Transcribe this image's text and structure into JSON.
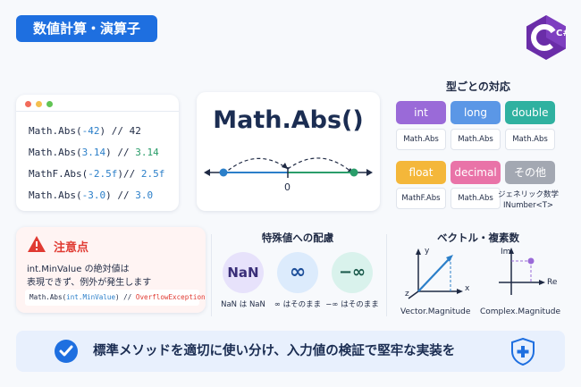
{
  "title": "数値計算・演算子",
  "logo_text": "C#",
  "code": {
    "window_dots": [
      "#f26b5b",
      "#f4bf4f",
      "#61c454"
    ],
    "lines": [
      {
        "fn": "Math.Abs(",
        "arg": "-42",
        "close": ")",
        "comment": "   // ",
        "result": "42"
      },
      {
        "fn": "Math.Abs(",
        "arg": "3.14",
        "close": ")",
        "comment": " // ",
        "result": "3.14"
      },
      {
        "fn": "MathF.Abs(",
        "arg": "-2.5f",
        "close": ")",
        "comment": "// ",
        "result": "2.5f"
      },
      {
        "fn": "Math.Abs(",
        "arg": "-3.0",
        "close": ")",
        "comment": "  // ",
        "result": "3.0"
      }
    ]
  },
  "math_card": {
    "title": "Math.Abs()",
    "zero_label": "0"
  },
  "types": {
    "heading": "型ごとの対応",
    "items": [
      {
        "name": "int",
        "method": "Math.Abs",
        "color": "#9a6ad8"
      },
      {
        "name": "long",
        "method": "Math.Abs",
        "color": "#5b97e6"
      },
      {
        "name": "double",
        "method": "Math.Abs",
        "color": "#2fb1a0"
      },
      {
        "name": "float",
        "method": "MathF.Abs",
        "color": "#f4b73a"
      },
      {
        "name": "decimal",
        "method": "Math.Abs",
        "color": "#e973a8"
      },
      {
        "name": "その他",
        "method": "ジェネリック数学",
        "method2": "INumber<T>",
        "color": "#a3a8b2"
      }
    ]
  },
  "warning": {
    "heading": "注意点",
    "line1": "int.MinValue の絶対値は",
    "line2": "表現できず、例外が発生します",
    "code_fn": "Math.Abs(",
    "code_arg": "int.MinValue",
    "code_close": ") // ",
    "code_exc": "OverflowException"
  },
  "special": {
    "heading": "特殊値への配慮",
    "items": [
      {
        "symbol": "NaN",
        "label": "NaN は NaN"
      },
      {
        "symbol": "∞",
        "label": "∞ はそのまま"
      },
      {
        "symbol": "−∞",
        "label": "−∞ はそのまま"
      }
    ]
  },
  "vectors": {
    "heading": "ベクトル・複素数",
    "axis_y": "y",
    "axis_x": "x",
    "axis_z": "z",
    "axis_im": "Im",
    "axis_re": "Re",
    "vector_label": "Vector.Magnitude",
    "complex_label": "Complex.Magnitude"
  },
  "banner": {
    "text": "標準メソッドを適切に使い分け、入力値の検証で堅牢な実装を"
  }
}
